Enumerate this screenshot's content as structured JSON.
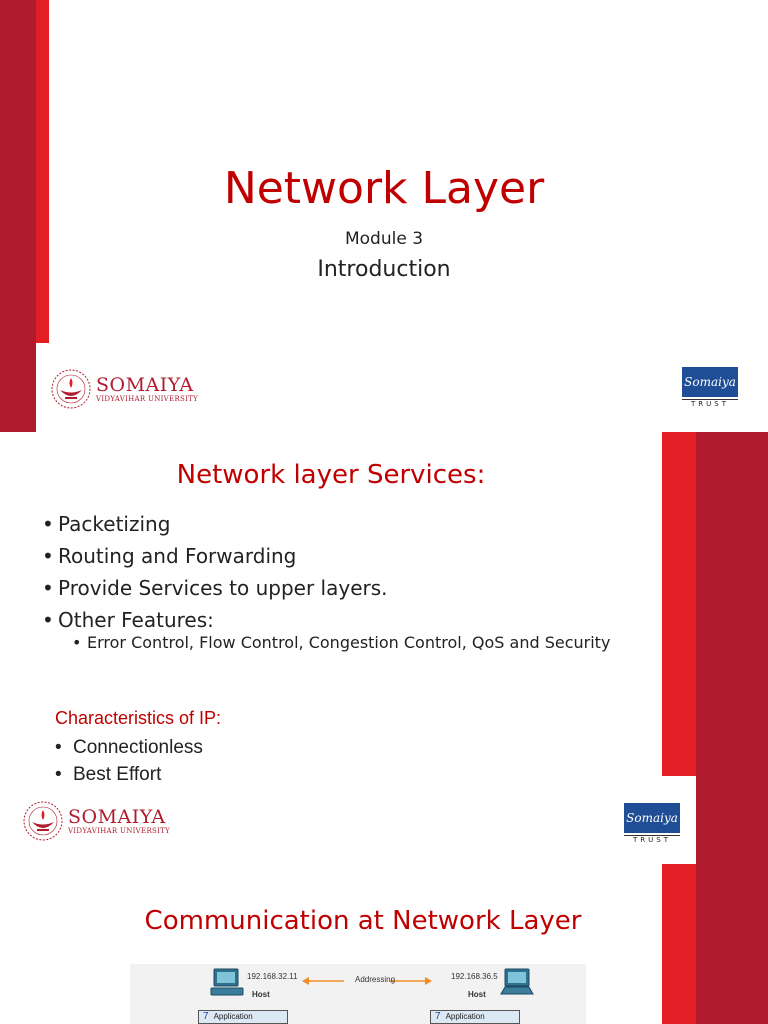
{
  "slide1": {
    "title": "Network Layer",
    "module": "Module 3",
    "subtitle": "Introduction",
    "logo_left": {
      "name": "SOMAIYA",
      "subtitle": "VIDYAVIHAR UNIVERSITY"
    },
    "logo_right": {
      "name": "Somaiya",
      "word": "TRUST"
    }
  },
  "slide2": {
    "title": "Network layer Services:",
    "bullets": [
      "Packetizing",
      "Routing and Forwarding",
      "Provide Services to upper layers.",
      "Other Features:"
    ],
    "sub_bullet": "Error Control, Flow Control, Congestion Control, QoS and Security",
    "ip_heading": "Characteristics of IP:",
    "ip_items": [
      "Connectionless",
      "Best Effort"
    ],
    "logo_left": {
      "name": "SOMAIYA",
      "subtitle": "VIDYAVIHAR UNIVERSITY"
    },
    "logo_right": {
      "name": "Somaiya",
      "word": "TRUST"
    }
  },
  "slide3": {
    "title": "Communication at Network Layer",
    "diagram": {
      "left_ip": "192.168.32.11",
      "right_ip": "192.168.36.5",
      "addressing_label": "Addressing",
      "host_label": "Host",
      "layer_number": "7",
      "layer_label": "Application"
    }
  },
  "colors": {
    "dark_red": "#b01c2e",
    "bright_red": "#e31e25",
    "title_red": "#c00000",
    "trust_blue": "#1f4e96"
  }
}
